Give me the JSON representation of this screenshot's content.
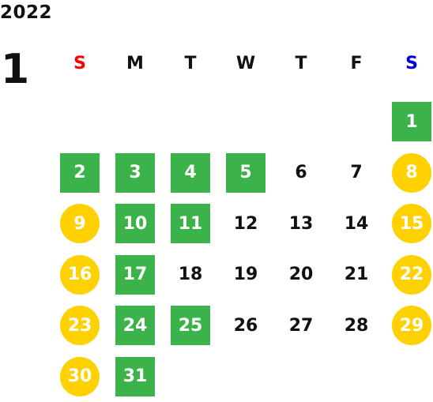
{
  "calendar": {
    "year": "2022",
    "month": "1",
    "colors": {
      "green": "#3cb34a",
      "yellow": "#ffd100",
      "sunday": "#ff0000",
      "saturday": "#0000dd",
      "text": "#111111"
    },
    "weekdays": [
      {
        "label": "S",
        "kind": "sunday"
      },
      {
        "label": "M",
        "kind": "normal"
      },
      {
        "label": "T",
        "kind": "normal"
      },
      {
        "label": "W",
        "kind": "normal"
      },
      {
        "label": "T",
        "kind": "normal"
      },
      {
        "label": "F",
        "kind": "normal"
      },
      {
        "label": "S",
        "kind": "saturday"
      }
    ],
    "first_weekday_index": 6,
    "days": [
      {
        "n": "1",
        "style": "green"
      },
      {
        "n": "2",
        "style": "green"
      },
      {
        "n": "3",
        "style": "green"
      },
      {
        "n": "4",
        "style": "green"
      },
      {
        "n": "5",
        "style": "green"
      },
      {
        "n": "6",
        "style": "normal"
      },
      {
        "n": "7",
        "style": "normal"
      },
      {
        "n": "8",
        "style": "yellow"
      },
      {
        "n": "9",
        "style": "yellow"
      },
      {
        "n": "10",
        "style": "green"
      },
      {
        "n": "11",
        "style": "green"
      },
      {
        "n": "12",
        "style": "normal"
      },
      {
        "n": "13",
        "style": "normal"
      },
      {
        "n": "14",
        "style": "normal"
      },
      {
        "n": "15",
        "style": "yellow"
      },
      {
        "n": "16",
        "style": "yellow"
      },
      {
        "n": "17",
        "style": "green"
      },
      {
        "n": "18",
        "style": "normal"
      },
      {
        "n": "19",
        "style": "normal"
      },
      {
        "n": "20",
        "style": "normal"
      },
      {
        "n": "21",
        "style": "normal"
      },
      {
        "n": "22",
        "style": "yellow"
      },
      {
        "n": "23",
        "style": "yellow"
      },
      {
        "n": "24",
        "style": "green"
      },
      {
        "n": "25",
        "style": "green"
      },
      {
        "n": "26",
        "style": "normal"
      },
      {
        "n": "27",
        "style": "normal"
      },
      {
        "n": "28",
        "style": "normal"
      },
      {
        "n": "29",
        "style": "yellow"
      },
      {
        "n": "30",
        "style": "yellow"
      },
      {
        "n": "31",
        "style": "green"
      }
    ]
  }
}
